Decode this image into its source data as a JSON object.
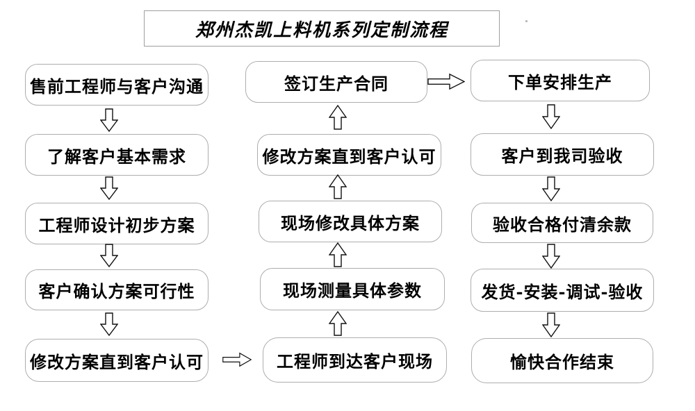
{
  "title": "郑州杰凯上料机系列定制流程",
  "flow": {
    "left": [
      "售前工程师与客户沟通",
      "了解客户基本需求",
      "工程师设计初步方案",
      "客户确认方案可行性",
      "修改方案直到客户认可"
    ],
    "middle": [
      "签订生产合同",
      "修改方案直到客户认可",
      "现场修改具体方案",
      "现场测量具体参数",
      "工程师到达客户现场"
    ],
    "right": [
      "下单安排生产",
      "客户到我司验收",
      "验收合格付清余款",
      "发货-安装-调试-验收",
      "愉快合作结束"
    ]
  },
  "arrows": {
    "left_column_direction": "down",
    "middle_column_direction": "up",
    "right_column_direction": "down",
    "left_bottom_to_middle_bottom": "right",
    "middle_top_to_right_top": "right",
    "reading_order": "left column top-to-bottom, middle column bottom-to-top, right column top-to-bottom"
  },
  "colors": {
    "background": "#ffffff",
    "box_border": "#adadad",
    "title_border": "#9e9e9e",
    "text": "#000000",
    "arrow_outline": "#111111"
  }
}
